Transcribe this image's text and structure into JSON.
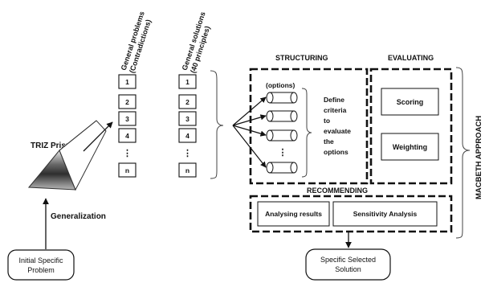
{
  "prism": {
    "title": "TRIZ Prism",
    "generalization": "Generalization"
  },
  "initial_problem": {
    "line1": "Initial Specific",
    "line2": "Problem"
  },
  "general_problems": {
    "header_line1": "General  problems",
    "header_line2": "(Contradictions)",
    "items": [
      "1",
      "2",
      "3",
      "4",
      "⋮",
      "n"
    ]
  },
  "general_solutions": {
    "header_line1": "General solutions",
    "header_line2": "(40 principles)",
    "items": [
      "1",
      "2",
      "3",
      "4",
      "⋮",
      "n"
    ]
  },
  "structuring": {
    "title": "STRUCTURING",
    "options_label": "(options)",
    "criteria_lines": [
      "Define",
      "criteria",
      "to",
      "evaluate",
      "the",
      "options"
    ],
    "ellipsis": "⋮"
  },
  "evaluating": {
    "title": "EVALUATING",
    "scoring": "Scoring",
    "weighting": "Weighting"
  },
  "recommending": {
    "title": "RECOMMENDING",
    "analysing": "Analysing results",
    "sensitivity": "Sensitivity Analysis"
  },
  "final": {
    "line1": "Specific Selected",
    "line2": "Solution"
  },
  "macbeth_label": "MACBETH APPROACH"
}
